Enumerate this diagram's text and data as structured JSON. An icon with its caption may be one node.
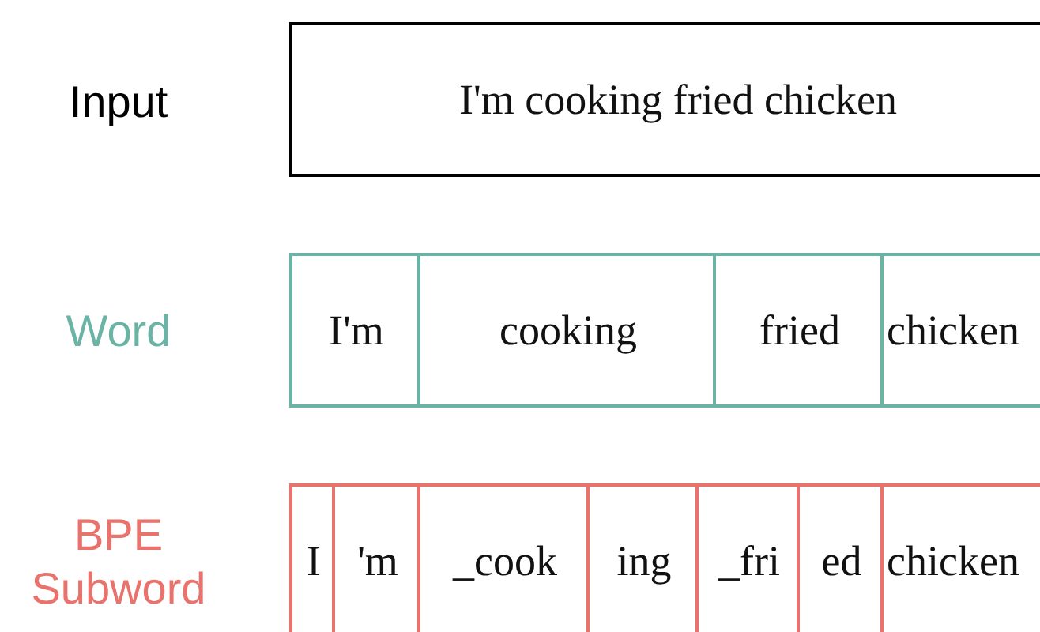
{
  "diagram": {
    "nodes": [
      {
        "text": [
          "I'm cooking fried chicken"
        ]
      },
      {
        "text": [
          "I'm"
        ]
      },
      {
        "text": [
          "cooking"
        ]
      },
      {
        "text": [
          "fried"
        ]
      },
      {
        "text": [
          "chicken"
        ]
      },
      {
        "text": [
          "I"
        ]
      },
      {
        "text": [
          "'m"
        ]
      },
      {
        "text": [
          "_cook"
        ]
      },
      {
        "text": [
          "ing"
        ]
      },
      {
        "text": [
          "_fri"
        ]
      },
      {
        "text": [
          "ed"
        ]
      },
      {
        "text": [
          "chicken"
        ]
      }
    ],
    "labels": [
      "Input",
      "Word",
      "BPE Subword"
    ]
  }
}
